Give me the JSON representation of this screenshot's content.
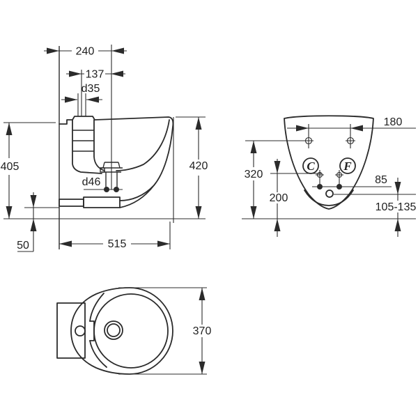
{
  "meta": {
    "title": "Wall-hung bidet installation dimensions drawing"
  },
  "colors": {
    "line": "#2b2b2b",
    "background": "#ffffff"
  },
  "side": {
    "d240": "240",
    "d137": "137",
    "d35": "d35",
    "d405": "405",
    "d420": "420",
    "d46": "d46",
    "d515": "515",
    "d50": "50"
  },
  "rear": {
    "d180": "180",
    "d320": "320",
    "d200": "200",
    "d85": "85",
    "d105": "105-135",
    "cold": "C",
    "hot": "F"
  },
  "plan": {
    "d370": "370"
  }
}
